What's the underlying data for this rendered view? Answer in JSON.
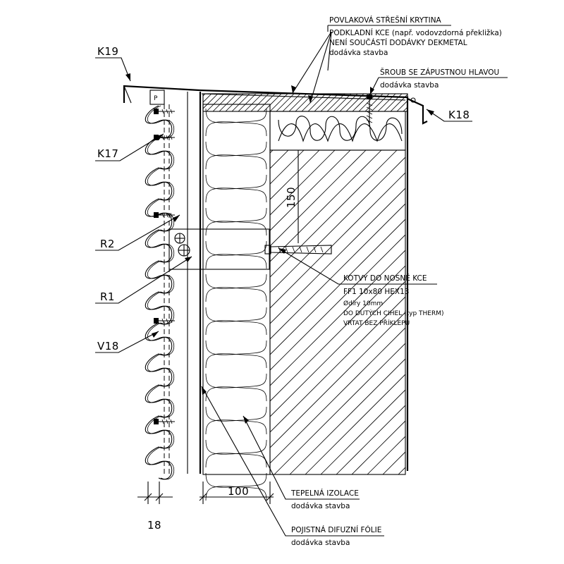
{
  "labels": {
    "roof_title": "POVLAKOVÁ STŘEŠNÍ KRYTINA",
    "roof_line2": "PODKLADNÍ KCE (např. vodovzdorná překližka)",
    "roof_line3": "NENÍ SOUČÁSTÍ DODÁVKY DEKMETAL",
    "roof_line4": "dodávka stavba",
    "screw_title": "ŠROUB SE ZÁPUSTNOU HLAVOU",
    "screw_line2": "dodávka stavba",
    "anchor_title": "KOTVY DO NOSNÉ KCE",
    "anchor_line2": "FF1 10x80 HEX13",
    "anchor_line3": "Ødíry 10mm",
    "anchor_line4": "DO DUTÝCH CIHEL (typ THERM)",
    "anchor_line5": "VRTAT BEZ PŘÍKLEPU",
    "insulation_title": "TEPELNÁ IZOLACE",
    "insulation_line2": "dodávka stavba",
    "foil_title": "POJISTNÁ DIFUZNÍ FÓLIE",
    "foil_line2": "dodávka stavba"
  },
  "codes": {
    "k19": "K19",
    "k18": "K18",
    "k17": "K17",
    "r2": "R2",
    "r1": "R1",
    "v18": "V18",
    "p": "P"
  },
  "dimensions": {
    "d150": "150",
    "d100": "100",
    "d18": "18"
  }
}
